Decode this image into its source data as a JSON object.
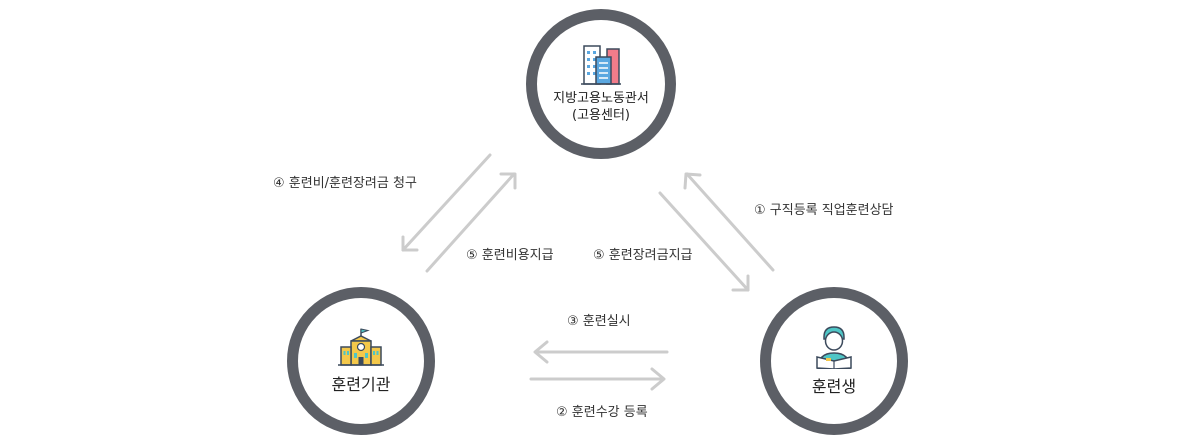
{
  "nodes": {
    "top": {
      "label_line1": "지방고용노동관서",
      "label_line2": "(고용센터)",
      "icon": "office-building-icon"
    },
    "left": {
      "label": "훈련기관",
      "icon": "school-building-icon"
    },
    "right": {
      "label": "훈련생",
      "icon": "trainee-reading-icon"
    }
  },
  "flows": {
    "step1": "① 구직등록 직업훈련상담",
    "step2": "② 훈련수강 등록",
    "step3": "③ 훈련실시",
    "step4": "④ 훈련비/훈련장려금 청구",
    "step5a": "⑤ 훈련비용지급",
    "step5b": "⑤ 훈련장려금지급"
  },
  "colors": {
    "ring": "#5c5f66",
    "arrow": "#cccccc",
    "teal": "#4fc6c6",
    "pink": "#f27c8a",
    "blue": "#5aa7e0",
    "yellow": "#f4c84a",
    "navy": "#3c4a5c"
  }
}
